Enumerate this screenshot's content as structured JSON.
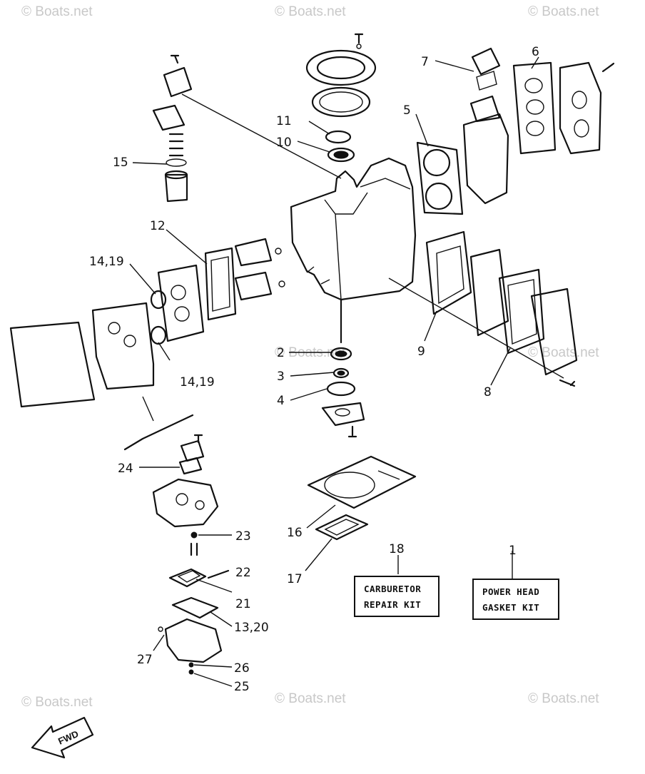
{
  "watermark": "© Boats.net",
  "callouts": {
    "c1": "1",
    "c2": "2",
    "c3": "3",
    "c4": "4",
    "c5": "5",
    "c6": "6",
    "c7": "7",
    "c8": "8",
    "c9": "9",
    "c10": "10",
    "c11": "11",
    "c12": "12",
    "c13_20": "13,20",
    "c14_19_top": "14,19",
    "c14_19_bottom": "14,19",
    "c15": "15",
    "c16": "16",
    "c17": "17",
    "c18": "18",
    "c21": "21",
    "c22": "22",
    "c23": "23",
    "c24": "24",
    "c25": "25",
    "c26": "26",
    "c27": "27"
  },
  "kits": {
    "carburetor_line1": "CARBURETOR",
    "carburetor_line2": "REPAIR KIT",
    "powerhead_line1": "POWER HEAD",
    "powerhead_line2": "GASKET KIT"
  },
  "fwd_label": "FWD"
}
